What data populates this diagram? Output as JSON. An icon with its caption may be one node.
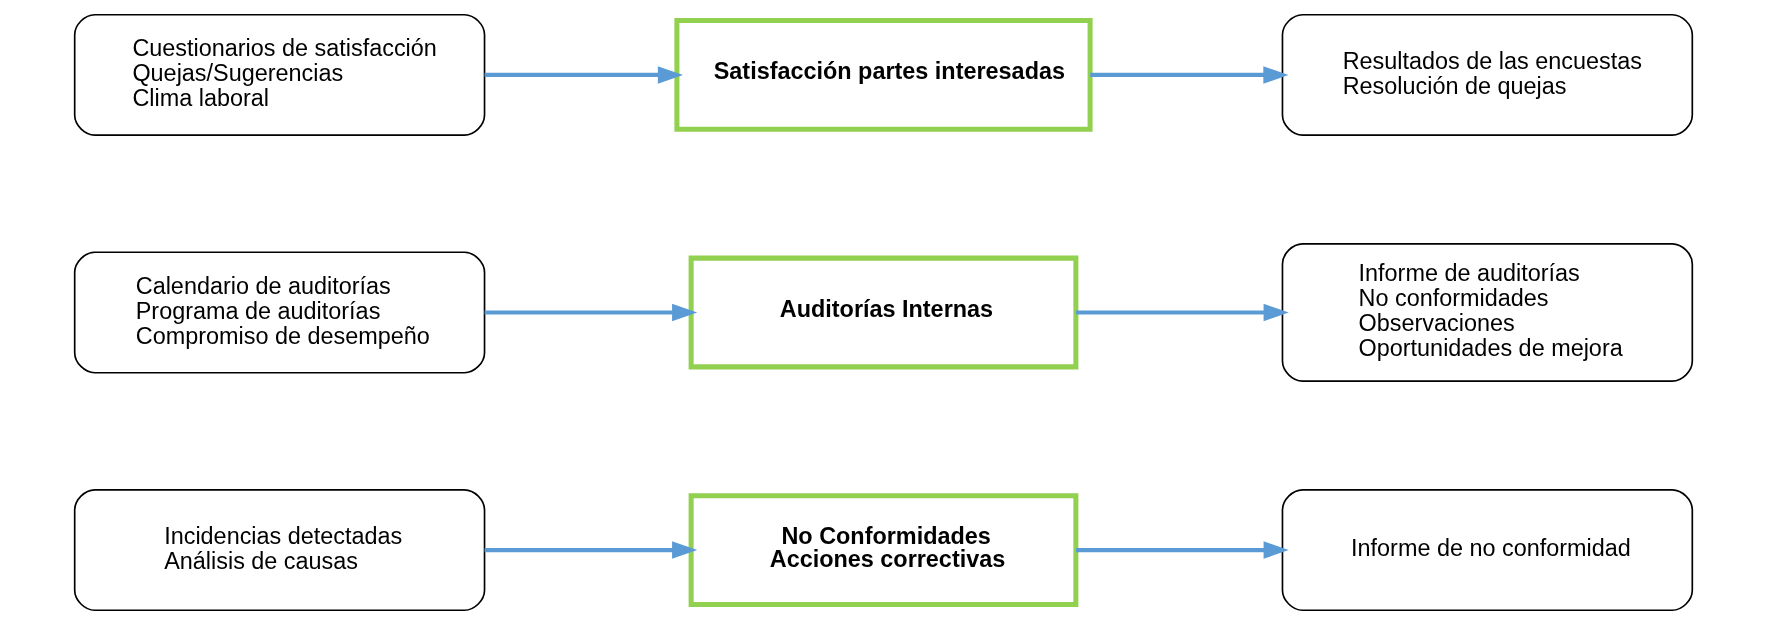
{
  "diagram": {
    "nodes": [
      {
        "text": [
          "Incidencias detectadas",
          "Análisis de causas"
        ]
      },
      {
        "text": [
          "No Conformidades",
          "Acciones correctivas"
        ]
      },
      {
        "text": [
          "Informe de no conformidad"
        ]
      },
      {
        "text": [
          "Calendario de auditorías",
          "Programa de auditorías",
          "Compromiso de desempeño"
        ]
      },
      {
        "text": [
          "Auditorías Internas"
        ]
      },
      {
        "text": [
          "Informe de auditorías",
          "No conformidades",
          "Observaciones",
          "Oportunidades de mejora"
        ]
      },
      {
        "text": [
          "Cuestionarios de satisfacción",
          "Quejas/Sugerencias",
          "Clima laboral"
        ]
      },
      {
        "text": [
          "Satisfacción partes interesadas"
        ]
      },
      {
        "text": [
          "Resultados de las encuestas",
          "Resolución de quejas"
        ]
      }
    ],
    "edges": [
      {
        "from": 0,
        "to": 1,
        "arrow": "to"
      },
      {
        "from": 1,
        "to": 2,
        "arrow": "to"
      },
      {
        "from": 3,
        "to": 4,
        "arrow": "to"
      },
      {
        "from": 4,
        "to": 5,
        "arrow": "to"
      },
      {
        "from": 6,
        "to": 7,
        "arrow": "to"
      },
      {
        "from": 7,
        "to": 8,
        "arrow": "to"
      }
    ]
  }
}
